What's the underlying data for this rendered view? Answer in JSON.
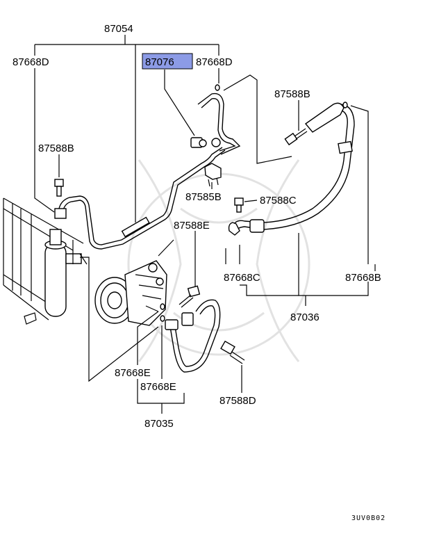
{
  "labels": {
    "p87054": "87054",
    "p87668D_left": "87668D",
    "p87076": "87076",
    "p87668D_right": "87668D",
    "p87588B_left": "87588B",
    "p87588B_right": "87588B",
    "p87585B": "87585B",
    "p87588C": "87588C",
    "p87588E": "87588E",
    "p87668C": "87668C",
    "p87668B": "87668B",
    "p87036": "87036",
    "p87668E_a": "87668E",
    "p87668E_b": "87668E",
    "p87588D": "87588D",
    "p87035": "87035"
  },
  "diagram_code": "3UV0B02",
  "highlight_color": "#8c9be6"
}
